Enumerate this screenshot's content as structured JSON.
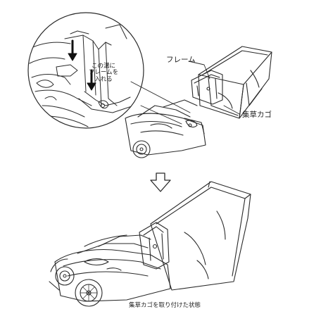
{
  "labels": {
    "frame": "フレーム",
    "grass_basket": "集草カゴ",
    "groove_line1": "この溝に",
    "groove_line2": "フレームを",
    "groove_line3": "入れる",
    "caption": "集草カゴを取り付けた状態"
  },
  "colors": {
    "line": "#2a2a2a",
    "background": "#ffffff"
  },
  "icons": {
    "insert_arrows": "down-arrow-icon",
    "step_arrow": "hollow-down-arrow-icon"
  }
}
